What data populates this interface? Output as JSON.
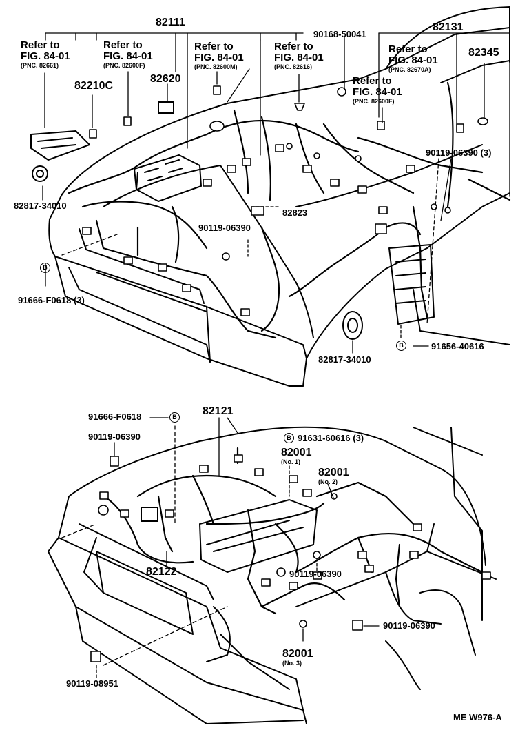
{
  "drawing_code": "ME W976-A",
  "b_mark": "B",
  "upper": {
    "parts": [
      {
        "id": "p82111",
        "text": "82111"
      },
      {
        "id": "p90168",
        "text": "90168-50041"
      },
      {
        "id": "p82131",
        "text": "82131"
      },
      {
        "id": "p82345",
        "text": "82345"
      },
      {
        "id": "p82210c",
        "text": "82210C"
      },
      {
        "id": "p82620",
        "text": "82620"
      },
      {
        "id": "p90119_3",
        "text": "90119-06390 (3)"
      },
      {
        "id": "p82817a",
        "text": "82817-34010"
      },
      {
        "id": "p82823",
        "text": "82823"
      },
      {
        "id": "p90119a",
        "text": "90119-06390"
      },
      {
        "id": "p91666a",
        "text": "91666-F0618 (3)"
      },
      {
        "id": "p82817b",
        "text": "82817-34010"
      },
      {
        "id": "p91656",
        "text": "91656-40616"
      }
    ],
    "refs": [
      {
        "line1": "Refer to",
        "line2": "FIG. 84-01",
        "pnc": "(PNC. 82661)"
      },
      {
        "line1": "Refer to",
        "line2": "FIG. 84-01",
        "pnc": "(PNC. 82600F)"
      },
      {
        "line1": "Refer to",
        "line2": "FIG. 84-01",
        "pnc": "(PNC. 82600M)"
      },
      {
        "line1": "Refer to",
        "line2": "FIG. 84-01",
        "pnc": "(PNC. 82616)"
      },
      {
        "line1": "Refer to",
        "line2": "FIG. 84-01",
        "pnc": "(PNC. 82670A)"
      },
      {
        "line1": "Refer to",
        "line2": "FIG. 84-01",
        "pnc": "(PNC. 82600F)"
      }
    ]
  },
  "lower": {
    "parts": [
      {
        "id": "p91666b",
        "text": "91666-F0618"
      },
      {
        "id": "p82121",
        "text": "82121"
      },
      {
        "id": "p90119b",
        "text": "90119-06390"
      },
      {
        "id": "p91631",
        "text": "91631-60616 (3)"
      },
      {
        "id": "p82001a",
        "text": "82001",
        "sub": "(No. 1)"
      },
      {
        "id": "p82001b",
        "text": "82001",
        "sub": "(No. 2)"
      },
      {
        "id": "p82122",
        "text": "82122"
      },
      {
        "id": "p90119c",
        "text": "90119-06390"
      },
      {
        "id": "p90119d",
        "text": "90119-06390"
      },
      {
        "id": "p82001c",
        "text": "82001",
        "sub": "(No. 3)"
      },
      {
        "id": "p90119e",
        "text": "90119-08951"
      }
    ]
  }
}
